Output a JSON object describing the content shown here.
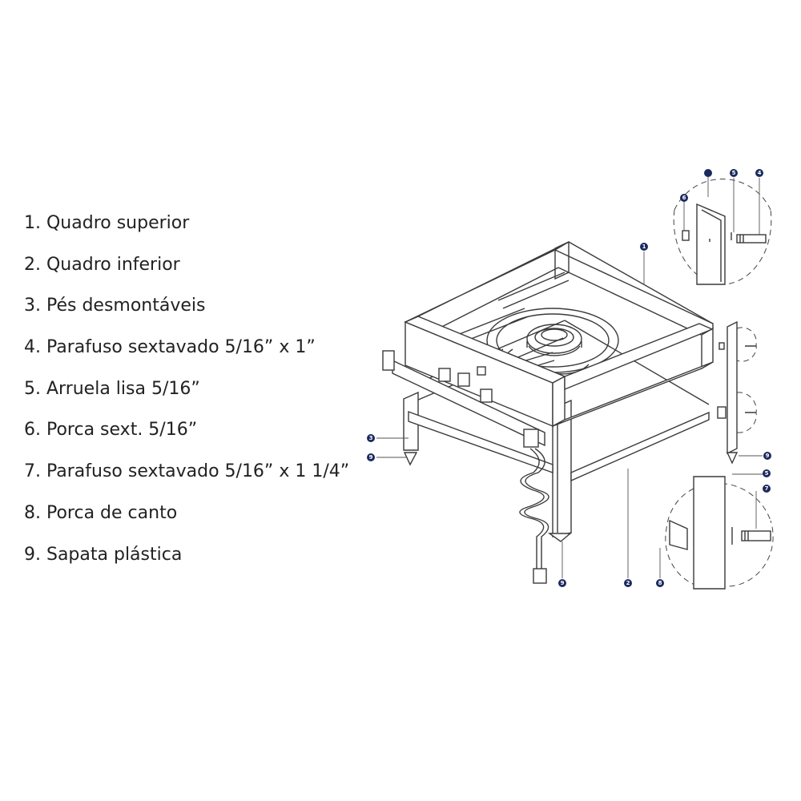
{
  "legend": [
    "1. Quadro superior",
    "2. Quadro inferior",
    "3. Pés desmontáveis",
    "4. Parafuso sextavado 5/16” x 1”",
    "5. Arruela lisa 5/16”",
    "6. Porca sext. 5/16”",
    "7. Parafuso sextavado 5/16” x 1 1/4”",
    "8. Porca de canto",
    "9. Sapata plástica"
  ],
  "callouts": {
    "top_blank": "",
    "d1_6": "6",
    "d1_5": "5",
    "d1_4": "4",
    "main_1": "1",
    "main_3": "3",
    "main_9_left": "9",
    "main_9_bottom": "9",
    "main_2": "2",
    "right_9": "9",
    "d2_5": "5",
    "d2_7": "7",
    "d2_8": "8"
  },
  "colors": {
    "badge": "#1a2a5e",
    "line": "#3a3a3a",
    "text": "#222222"
  }
}
